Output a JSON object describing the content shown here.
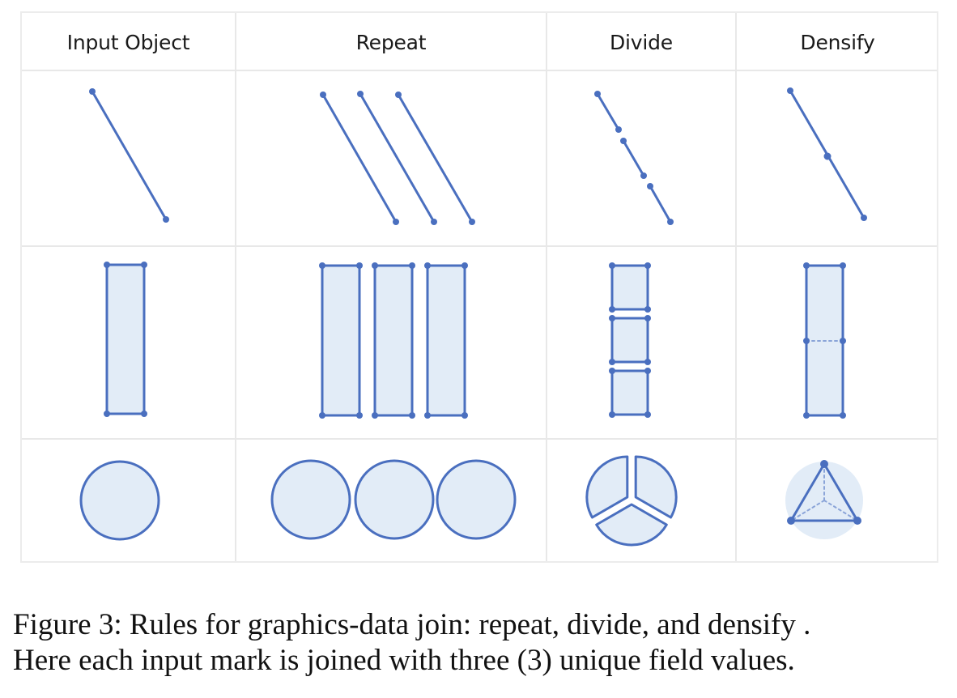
{
  "columns": [
    "Input Object",
    "Repeat",
    "Divide",
    "Densify"
  ],
  "rows": [
    "line",
    "rectangle",
    "circle"
  ],
  "caption": {
    "line1": "Figure 3: Rules for graphics-data join: repeat, divide, and densify .",
    "line2": "Here each input mark is joined with three (3) unique field values."
  },
  "colors": {
    "stroke": "#4a6fbf",
    "fill": "#e2ecf7",
    "grid": "#e8e8e8",
    "densify_backdrop": "#e2ecf7"
  }
}
